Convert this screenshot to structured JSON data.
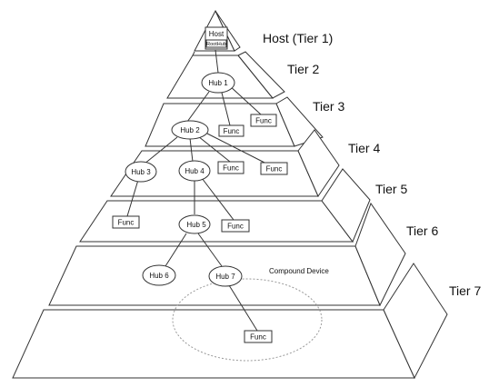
{
  "tiers": [
    "Host (Tier 1)",
    "Tier 2",
    "Tier 3",
    "Tier 4",
    "Tier 5",
    "Tier 6",
    "Tier 7"
  ],
  "host": {
    "label": "Host",
    "sublabel": "RootHub"
  },
  "hubs": {
    "hub1": "Hub 1",
    "hub2": "Hub 2",
    "hub3": "Hub 3",
    "hub4": "Hub 4",
    "hub5": "Hub 5",
    "hub6": "Hub 6",
    "hub7": "Hub 7"
  },
  "func_label": "Func",
  "compound_label": "Compound Device"
}
